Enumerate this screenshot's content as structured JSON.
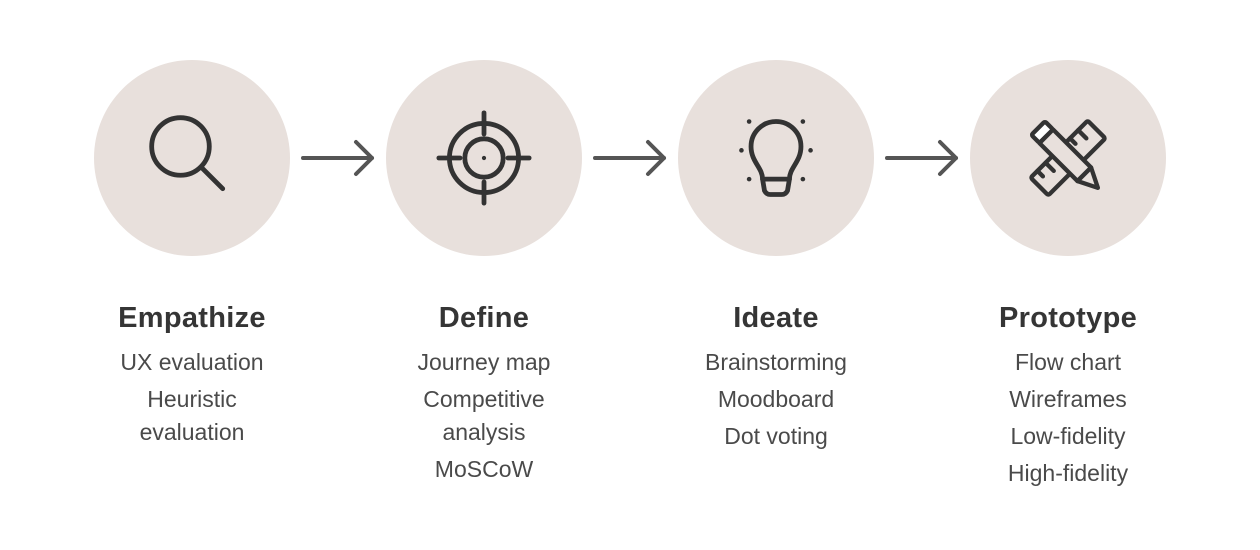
{
  "steps": [
    {
      "title": "Empathize",
      "icon": "search-icon",
      "items": [
        "UX evaluation",
        "Heuristic evaluation"
      ]
    },
    {
      "title": "Define",
      "icon": "target-icon",
      "items": [
        "Journey map",
        "Competitive analysis",
        "MoSCoW"
      ]
    },
    {
      "title": "Ideate",
      "icon": "lightbulb-icon",
      "items": [
        "Brainstorming",
        "Moodboard",
        "Dot voting"
      ]
    },
    {
      "title": "Prototype",
      "icon": "pencil-ruler-icon",
      "items": [
        "Flow chart",
        "Wireframes",
        "Low-fidelity",
        "High-fidelity"
      ]
    }
  ],
  "colors": {
    "circle": "#e8e0dc",
    "icon": "#333333",
    "arrow": "#555555",
    "title": "#353535",
    "text": "#4a4a4a"
  }
}
